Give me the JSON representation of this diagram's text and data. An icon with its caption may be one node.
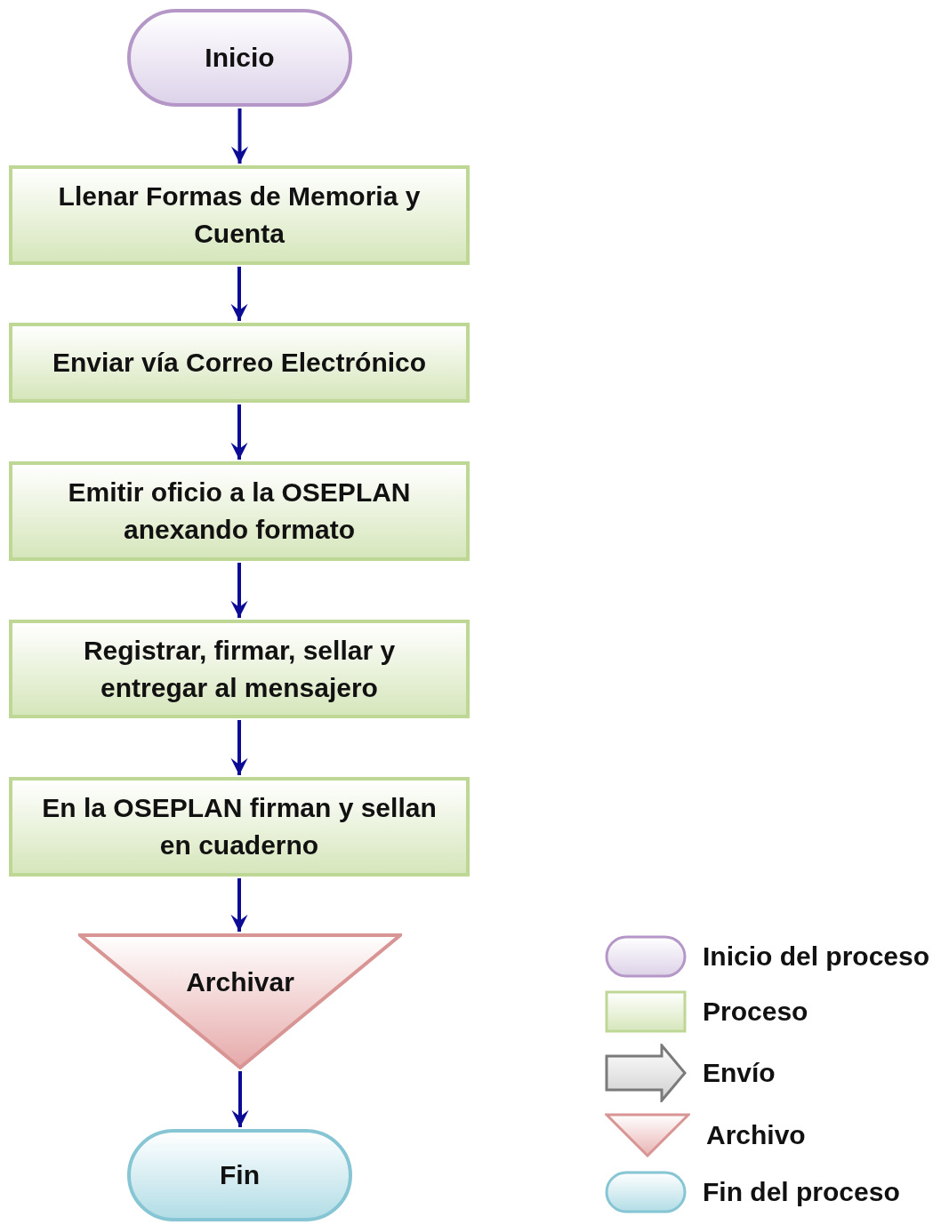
{
  "diagram": {
    "nodes": [
      {
        "text": [
          "Inicio"
        ]
      },
      {
        "text": [
          "Llenar Formas de Memoria y Cuenta"
        ]
      },
      {
        "text": [
          "Enviar vía Correo Electrónico"
        ]
      },
      {
        "text": [
          "Emitir oficio a la OSEPLAN anexando formato"
        ]
      },
      {
        "text": [
          "Registrar, firmar, sellar y entregar al mensajero"
        ]
      },
      {
        "text": [
          "En la OSEPLAN firman y sellan en cuaderno"
        ]
      },
      {
        "text": [
          "Archivar"
        ]
      },
      {
        "text": [
          "Fin"
        ]
      }
    ],
    "edges": [
      {
        "from": 0,
        "to": 1,
        "arrow": "to"
      },
      {
        "from": 1,
        "to": 2,
        "arrow": "to"
      },
      {
        "from": 2,
        "to": 3,
        "arrow": "to"
      },
      {
        "from": 3,
        "to": 4,
        "arrow": "to"
      },
      {
        "from": 4,
        "to": 5,
        "arrow": "to"
      },
      {
        "from": 5,
        "to": 6,
        "arrow": "to"
      },
      {
        "from": 6,
        "to": 7,
        "arrow": "to"
      }
    ],
    "legend": [
      {
        "text": "Inicio del proceso"
      },
      {
        "text": "Proceso"
      },
      {
        "text": "Envío"
      },
      {
        "text": "Archivo"
      },
      {
        "text": "Fin del proceso"
      }
    ]
  }
}
